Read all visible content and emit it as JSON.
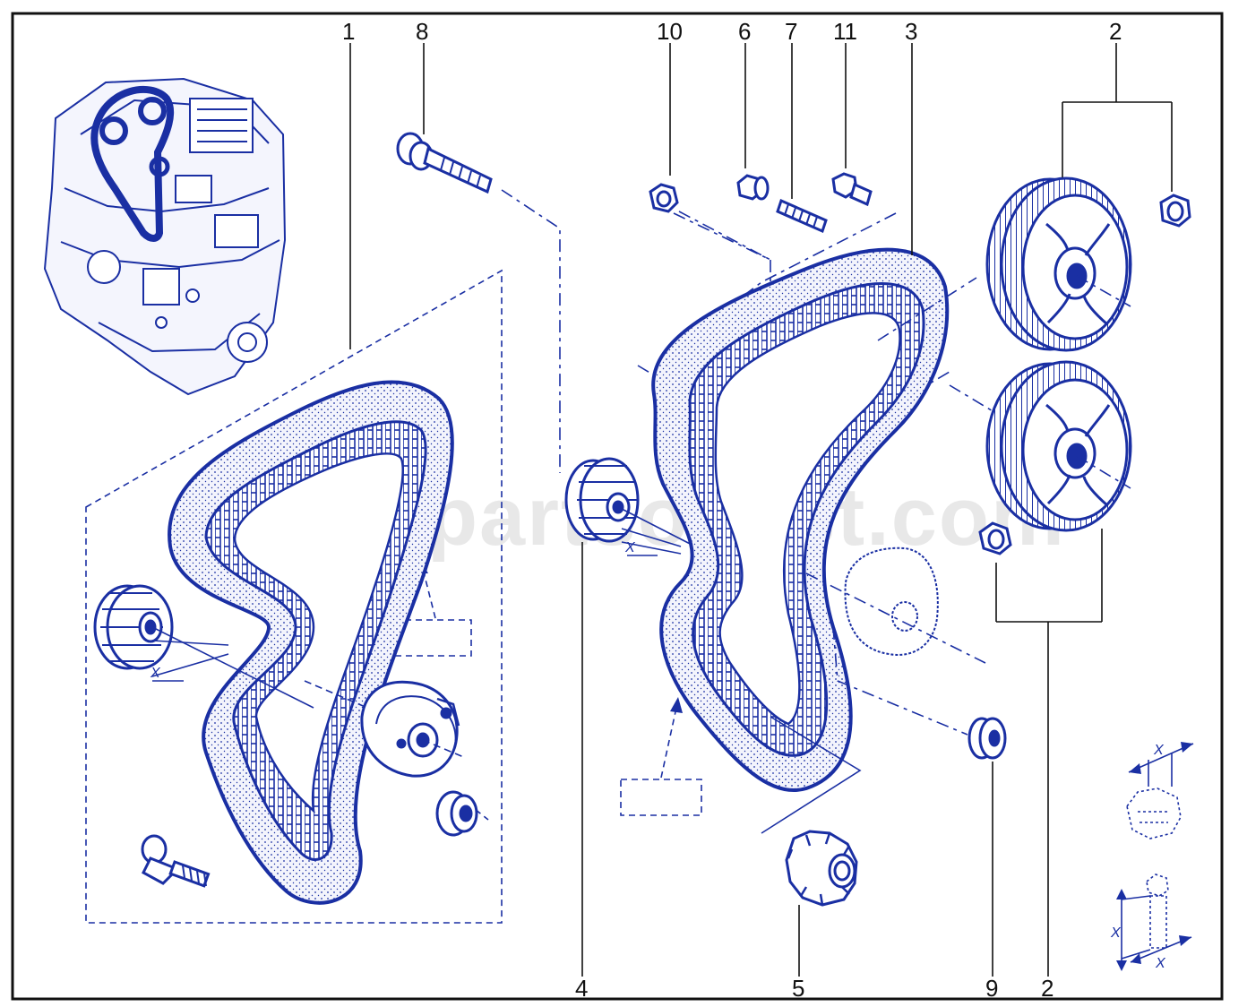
{
  "diagram": {
    "watermark": "www.partsouest.com",
    "dimension_label": "X",
    "callouts": {
      "c1": "1",
      "c8": "8",
      "c10": "10",
      "c6": "6",
      "c7": "7",
      "c11": "11",
      "c3": "3",
      "c2_top": "2",
      "c4": "4",
      "c5": "5",
      "c9": "9",
      "c2_bottom": "2"
    },
    "colors": {
      "ink": "#1a2fa3",
      "belt_fill": "#eef0fb",
      "engine_fill": "#f4f5fd",
      "frame": "#111111",
      "text": "#111111"
    }
  }
}
